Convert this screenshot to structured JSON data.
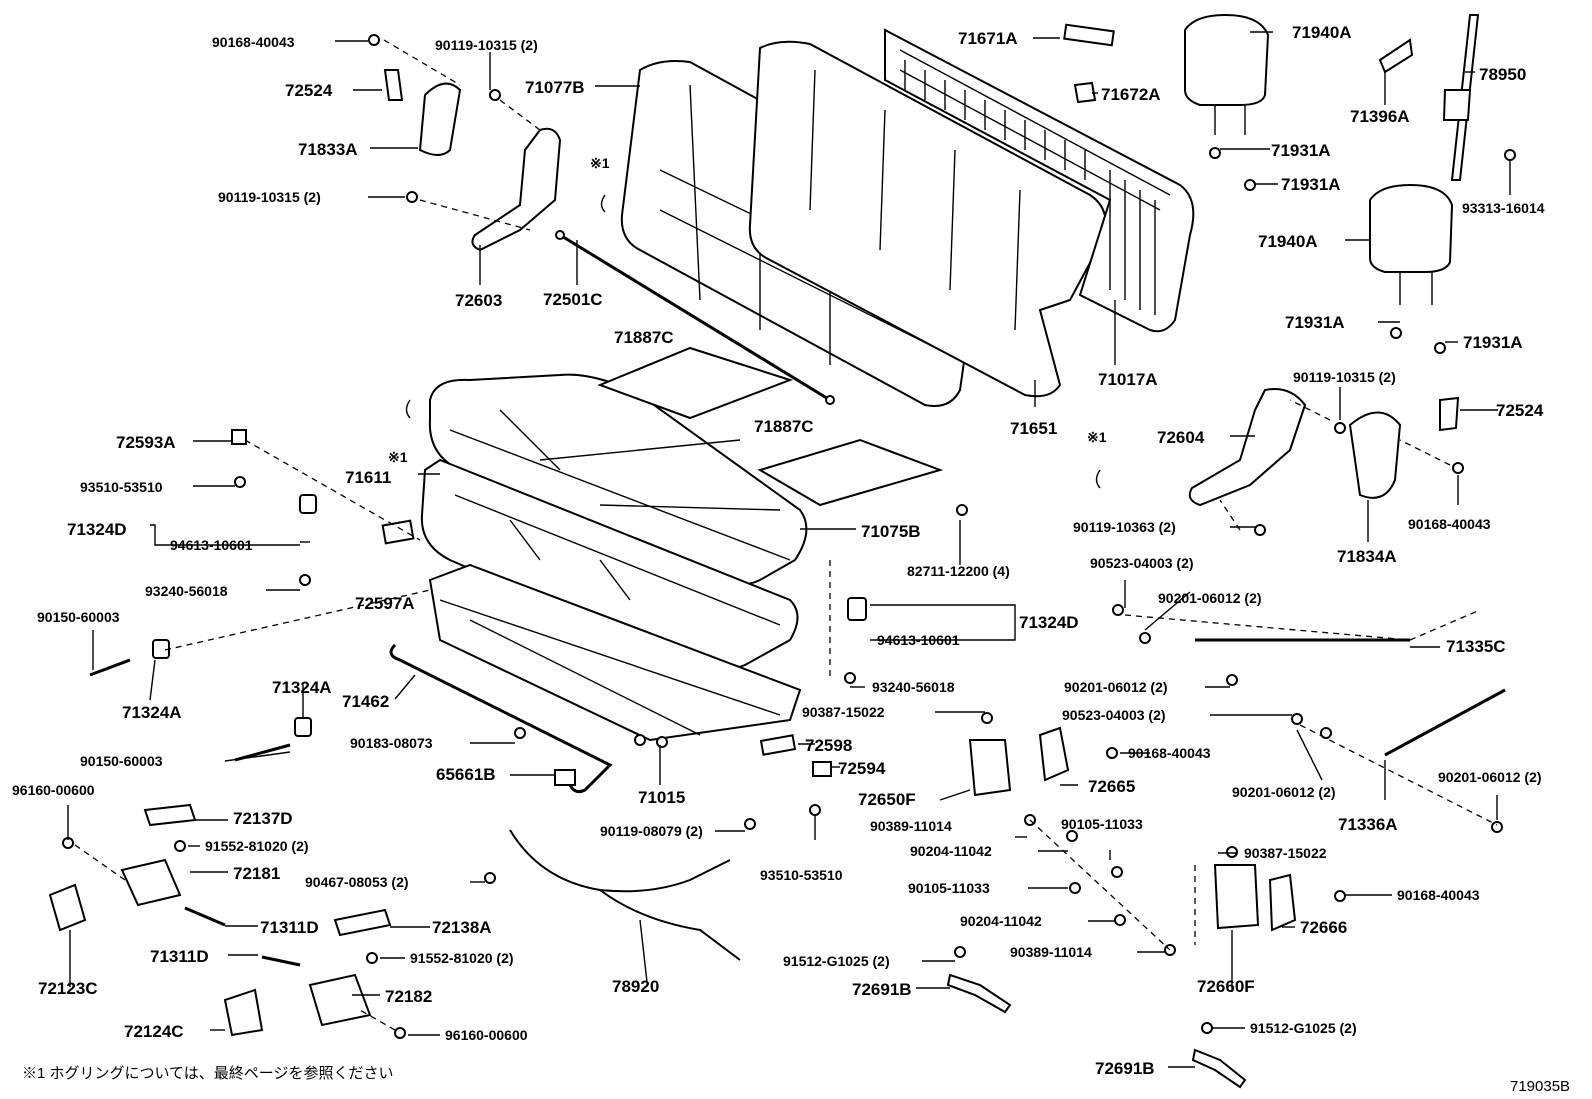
{
  "labels": [
    {
      "id": "l1",
      "text": "90168-40043"
    },
    {
      "id": "l2",
      "text": "90119-10315 (2)"
    },
    {
      "id": "l3",
      "text": "72524"
    },
    {
      "id": "l4",
      "text": "71833A"
    },
    {
      "id": "l5",
      "text": "90119-10315 (2)"
    },
    {
      "id": "l6",
      "text": "72603"
    },
    {
      "id": "l7",
      "text": "71077B"
    },
    {
      "id": "l8",
      "text": "※1"
    },
    {
      "id": "l9",
      "text": "72501C"
    },
    {
      "id": "l10",
      "text": "71671A"
    },
    {
      "id": "l11",
      "text": "71672A"
    },
    {
      "id": "l12",
      "text": "71940A"
    },
    {
      "id": "l13",
      "text": "78950"
    },
    {
      "id": "l14",
      "text": "71396A"
    },
    {
      "id": "l15",
      "text": "71931A"
    },
    {
      "id": "l16",
      "text": "71931A"
    },
    {
      "id": "l17",
      "text": "93313-16014"
    },
    {
      "id": "l18",
      "text": "71940A"
    },
    {
      "id": "l19",
      "text": "71931A"
    },
    {
      "id": "l20",
      "text": "71931A"
    },
    {
      "id": "l21",
      "text": "71017A"
    },
    {
      "id": "l22",
      "text": "71651"
    },
    {
      "id": "l23",
      "text": "71887C"
    },
    {
      "id": "l24",
      "text": "71887C"
    },
    {
      "id": "l25",
      "text": "90119-10315 (2)"
    },
    {
      "id": "l26",
      "text": "72524"
    },
    {
      "id": "l27",
      "text": "72604"
    },
    {
      "id": "l28",
      "text": "※1"
    },
    {
      "id": "l29",
      "text": "90168-40043"
    },
    {
      "id": "l30",
      "text": "90119-10363 (2)"
    },
    {
      "id": "l31",
      "text": "71834A"
    },
    {
      "id": "l32",
      "text": "72593A"
    },
    {
      "id": "l33",
      "text": "※1"
    },
    {
      "id": "l34",
      "text": "71611"
    },
    {
      "id": "l35",
      "text": "93510-53510"
    },
    {
      "id": "l36",
      "text": "71324D"
    },
    {
      "id": "l37",
      "text": "94613-10601"
    },
    {
      "id": "l38",
      "text": "93240-56018"
    },
    {
      "id": "l39",
      "text": "72597A"
    },
    {
      "id": "l40",
      "text": "71075B"
    },
    {
      "id": "l41",
      "text": "82711-12200 (4)"
    },
    {
      "id": "l42",
      "text": "90523-04003 (2)"
    },
    {
      "id": "l43",
      "text": "90201-06012 (2)"
    },
    {
      "id": "l44",
      "text": "90150-60003"
    },
    {
      "id": "l45",
      "text": "71324A"
    },
    {
      "id": "l46",
      "text": "71324D"
    },
    {
      "id": "l47",
      "text": "94613-10601"
    },
    {
      "id": "l48",
      "text": "71335C"
    },
    {
      "id": "l49",
      "text": "71324A"
    },
    {
      "id": "l50",
      "text": "71462"
    },
    {
      "id": "l51",
      "text": "93240-56018"
    },
    {
      "id": "l52",
      "text": "90201-06012 (2)"
    },
    {
      "id": "l53",
      "text": "90387-15022"
    },
    {
      "id": "l54",
      "text": "90523-04003 (2)"
    },
    {
      "id": "l55",
      "text": "90150-60003"
    },
    {
      "id": "l56",
      "text": "90183-08073"
    },
    {
      "id": "l57",
      "text": "72598"
    },
    {
      "id": "l58",
      "text": "90168-40043"
    },
    {
      "id": "l59",
      "text": "65661B"
    },
    {
      "id": "l60",
      "text": "72594"
    },
    {
      "id": "l61",
      "text": "72665"
    },
    {
      "id": "l62",
      "text": "90201-06012 (2)"
    },
    {
      "id": "l63",
      "text": "90201-06012 (2)"
    },
    {
      "id": "l64",
      "text": "96160-00600"
    },
    {
      "id": "l65",
      "text": "71015"
    },
    {
      "id": "l66",
      "text": "72650F"
    },
    {
      "id": "l67",
      "text": "71336A"
    },
    {
      "id": "l68",
      "text": "72137D"
    },
    {
      "id": "l69",
      "text": "90389-11014"
    },
    {
      "id": "l70",
      "text": "90105-11033"
    },
    {
      "id": "l71",
      "text": "91552-81020 (2)"
    },
    {
      "id": "l72",
      "text": "90119-08079 (2)"
    },
    {
      "id": "l73",
      "text": "90204-11042"
    },
    {
      "id": "l74",
      "text": "90387-15022"
    },
    {
      "id": "l75",
      "text": "72181"
    },
    {
      "id": "l76",
      "text": "90467-08053 (2)"
    },
    {
      "id": "l77",
      "text": "93510-53510"
    },
    {
      "id": "l78",
      "text": "90105-11033"
    },
    {
      "id": "l79",
      "text": "90168-40043"
    },
    {
      "id": "l80",
      "text": "71311D"
    },
    {
      "id": "l81",
      "text": "72138A"
    },
    {
      "id": "l82",
      "text": "90204-11042"
    },
    {
      "id": "l83",
      "text": "72666"
    },
    {
      "id": "l84",
      "text": "71311D"
    },
    {
      "id": "l85",
      "text": "91552-81020 (2)"
    },
    {
      "id": "l86",
      "text": "90389-11014"
    },
    {
      "id": "l87",
      "text": "72123C"
    },
    {
      "id": "l88",
      "text": "78920"
    },
    {
      "id": "l89",
      "text": "91512-G1025 (2)"
    },
    {
      "id": "l90",
      "text": "72660F"
    },
    {
      "id": "l91",
      "text": "72182"
    },
    {
      "id": "l92",
      "text": "72691B"
    },
    {
      "id": "l93",
      "text": "72124C"
    },
    {
      "id": "l94",
      "text": "96160-00600"
    },
    {
      "id": "l95",
      "text": "91512-G1025 (2)"
    },
    {
      "id": "l96",
      "text": "72691B"
    }
  ],
  "footnote": "※1  ホグリングについては、最終ページを参照ください",
  "diagram_code": "719035B"
}
